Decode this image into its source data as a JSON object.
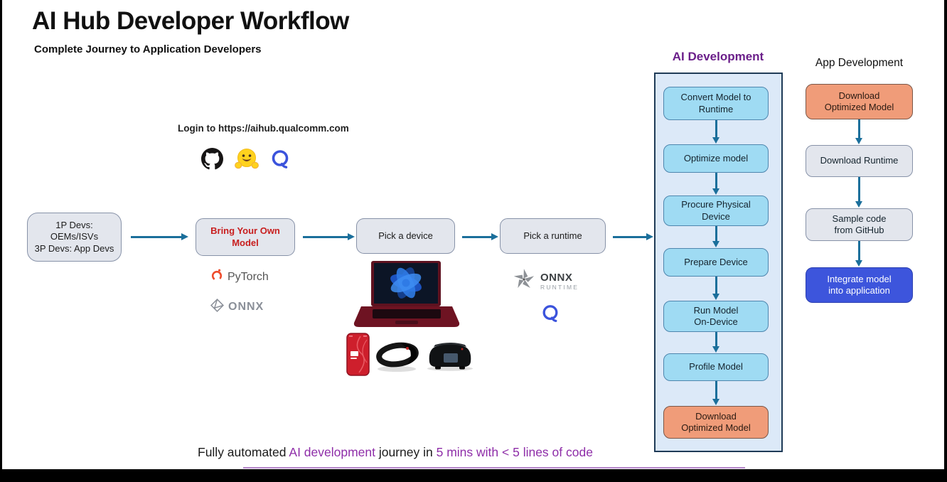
{
  "header": {
    "title": "AI Hub Developer Workflow",
    "subtitle": "Complete Journey to Application Developers"
  },
  "login": {
    "label": "Login to https://aihub.qualcomm.com"
  },
  "flow": {
    "boxes": [
      {
        "label": "1P Devs:\nOEMs/ISVs\n3P Devs: App Devs"
      },
      {
        "label": "Bring Your Own\nModel"
      },
      {
        "label": "Pick a device"
      },
      {
        "label": "Pick a runtime"
      }
    ],
    "model_logos": {
      "pytorch_label": "PyTorch",
      "onnx_label": "ONNX"
    },
    "runtime_logos": {
      "onnx_runtime_name": "ONNX",
      "onnx_runtime_sub": "RUNTIME"
    }
  },
  "ai_development": {
    "title": "AI Development",
    "steps": [
      {
        "label": "Convert Model to\nRuntime",
        "style": "cyan"
      },
      {
        "label": "Optimize model",
        "style": "cyan"
      },
      {
        "label": "Procure Physical\nDevice",
        "style": "cyan"
      },
      {
        "label": "Prepare Device",
        "style": "cyan"
      },
      {
        "label": "Run Model\nOn-Device",
        "style": "cyan"
      },
      {
        "label": "Profile Model",
        "style": "cyan"
      },
      {
        "label": "Download\nOptimized Model",
        "style": "orange"
      }
    ]
  },
  "app_development": {
    "title": "App Development",
    "steps": [
      {
        "label": "Download\nOptimized Model",
        "style": "orange"
      },
      {
        "label": "Download Runtime",
        "style": "gray"
      },
      {
        "label": "Sample code\nfrom GitHub",
        "style": "gray"
      },
      {
        "label": "Integrate model\ninto application",
        "style": "blue"
      }
    ]
  },
  "footer": {
    "segments": [
      {
        "text": "Fully automated ",
        "color": "dark"
      },
      {
        "text": "AI development",
        "color": "purple"
      },
      {
        "text": " journey in ",
        "color": "dark"
      },
      {
        "text": "5 mins with < 5 lines of code",
        "color": "purple"
      }
    ]
  },
  "icons": {
    "login": [
      "github-icon",
      "hugging-face-icon",
      "qualcomm-q-icon"
    ],
    "model_sources": [
      "pytorch-icon",
      "onnx-icon"
    ],
    "runtimes": [
      "onnx-runtime-icon",
      "qualcomm-q-icon"
    ]
  },
  "images": [
    "laptop-windows11-image",
    "red-smartphone-image",
    "xr-headset-image",
    "automotive-device-image"
  ],
  "colors": {
    "arrow_teal": "#1B6F9B",
    "ai_dev_title_purple": "#6B1F8A",
    "footer_purple": "#8E2DA8",
    "byom_red": "#C81E1E",
    "step_cyan": "#9FDBF3",
    "step_orange": "#F09C79",
    "integrate_blue": "#3D55DC",
    "panel_blue": "#DCE9F8",
    "box_gray": "#E3E6ED"
  }
}
